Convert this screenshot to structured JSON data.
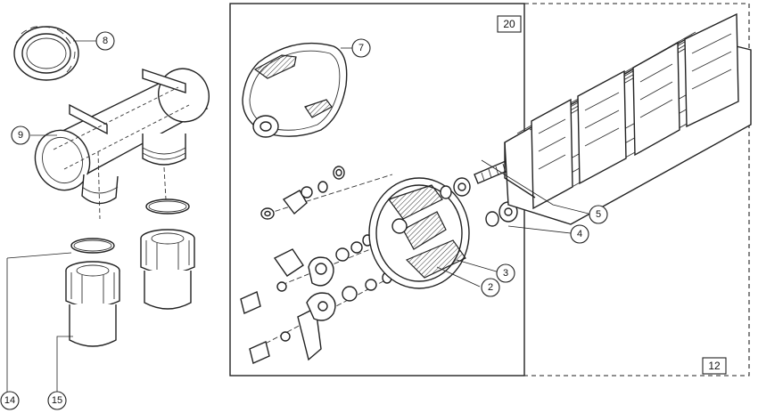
{
  "callouts": {
    "c2": "2",
    "c3": "3",
    "c4": "4",
    "c5": "5",
    "c7": "7",
    "c8": "8",
    "c9": "9",
    "c14": "14",
    "c15": "15"
  },
  "box_labels": {
    "b20": "20",
    "b12": "12"
  }
}
